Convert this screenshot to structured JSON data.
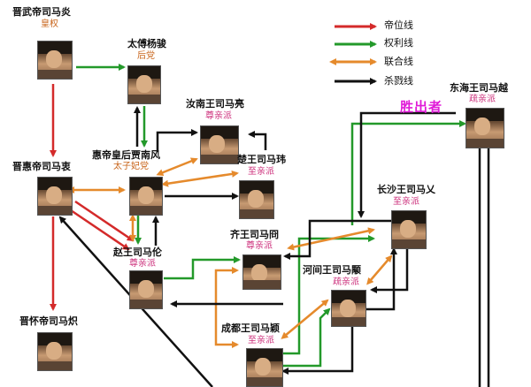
{
  "legend": [
    {
      "label": "帝位线",
      "color": "#d42a2a"
    },
    {
      "label": "权利线",
      "color": "#23992a"
    },
    {
      "label": "联合线",
      "color": "#e58a2c"
    },
    {
      "label": "杀戮线",
      "color": "#111111"
    }
  ],
  "winner_label": "胜出者",
  "people": {
    "wudi": {
      "name": "晋武帝司马炎",
      "faction": "皇权"
    },
    "yangjun": {
      "name": "太傅杨骏",
      "faction": "后党"
    },
    "huidi": {
      "name": "晋惠帝司马衷",
      "faction": ""
    },
    "jianan": {
      "name": "惠帝皇后贾南风",
      "faction": "太子妃党"
    },
    "liang": {
      "name": "汝南王司马亮",
      "faction": "尊亲派"
    },
    "wei": {
      "name": "楚王司马玮",
      "faction": "至亲派"
    },
    "lun": {
      "name": "赵王司马伦",
      "faction": "尊亲派"
    },
    "jiong": {
      "name": "齐王司马冏",
      "faction": "尊亲派"
    },
    "ai": {
      "name": "长沙王司马乂",
      "faction": "至亲派"
    },
    "yong": {
      "name": "河间王司马颙",
      "faction": "疏亲派"
    },
    "ying": {
      "name": "成都王司马颖",
      "faction": "至亲派"
    },
    "yue": {
      "name": "东海王司马越",
      "faction": "疏亲派"
    },
    "huaidi": {
      "name": "晋怀帝司马炽",
      "faction": ""
    }
  },
  "colors": {
    "red": "#d42a2a",
    "green": "#23992a",
    "orange": "#e58a2c",
    "black": "#111111"
  }
}
